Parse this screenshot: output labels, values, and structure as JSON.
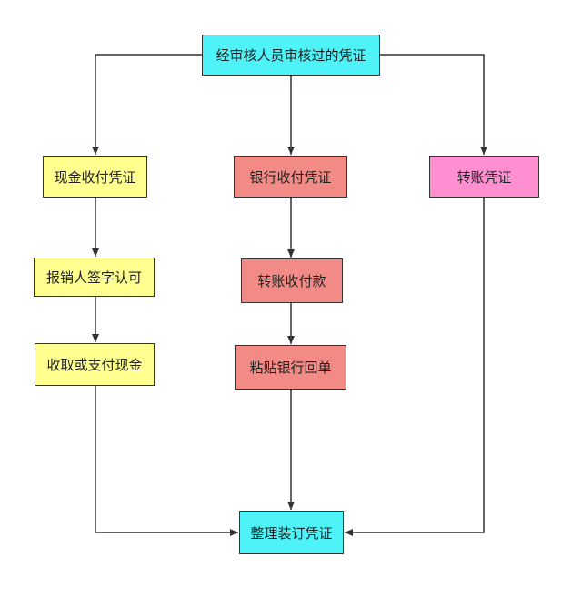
{
  "colors": {
    "cyan": "#4ef2f7",
    "yellow": "#ffff8f",
    "red": "#f28b85",
    "pink": "#ff8fd1",
    "edge": "#333333"
  },
  "nodes": {
    "approved_vouchers": "经审核人员审核过的凭证",
    "cash_voucher": "现金收付凭证",
    "bank_voucher": "银行收付凭证",
    "transfer_voucher": "转账凭证",
    "reimburse_sign": "报销人签字认可",
    "transfer_payment": "转账收付款",
    "collect_pay_cash": "收取或支付现金",
    "paste_bank_receipt": "粘贴银行回单",
    "organize_bind": "整理装订凭证"
  }
}
